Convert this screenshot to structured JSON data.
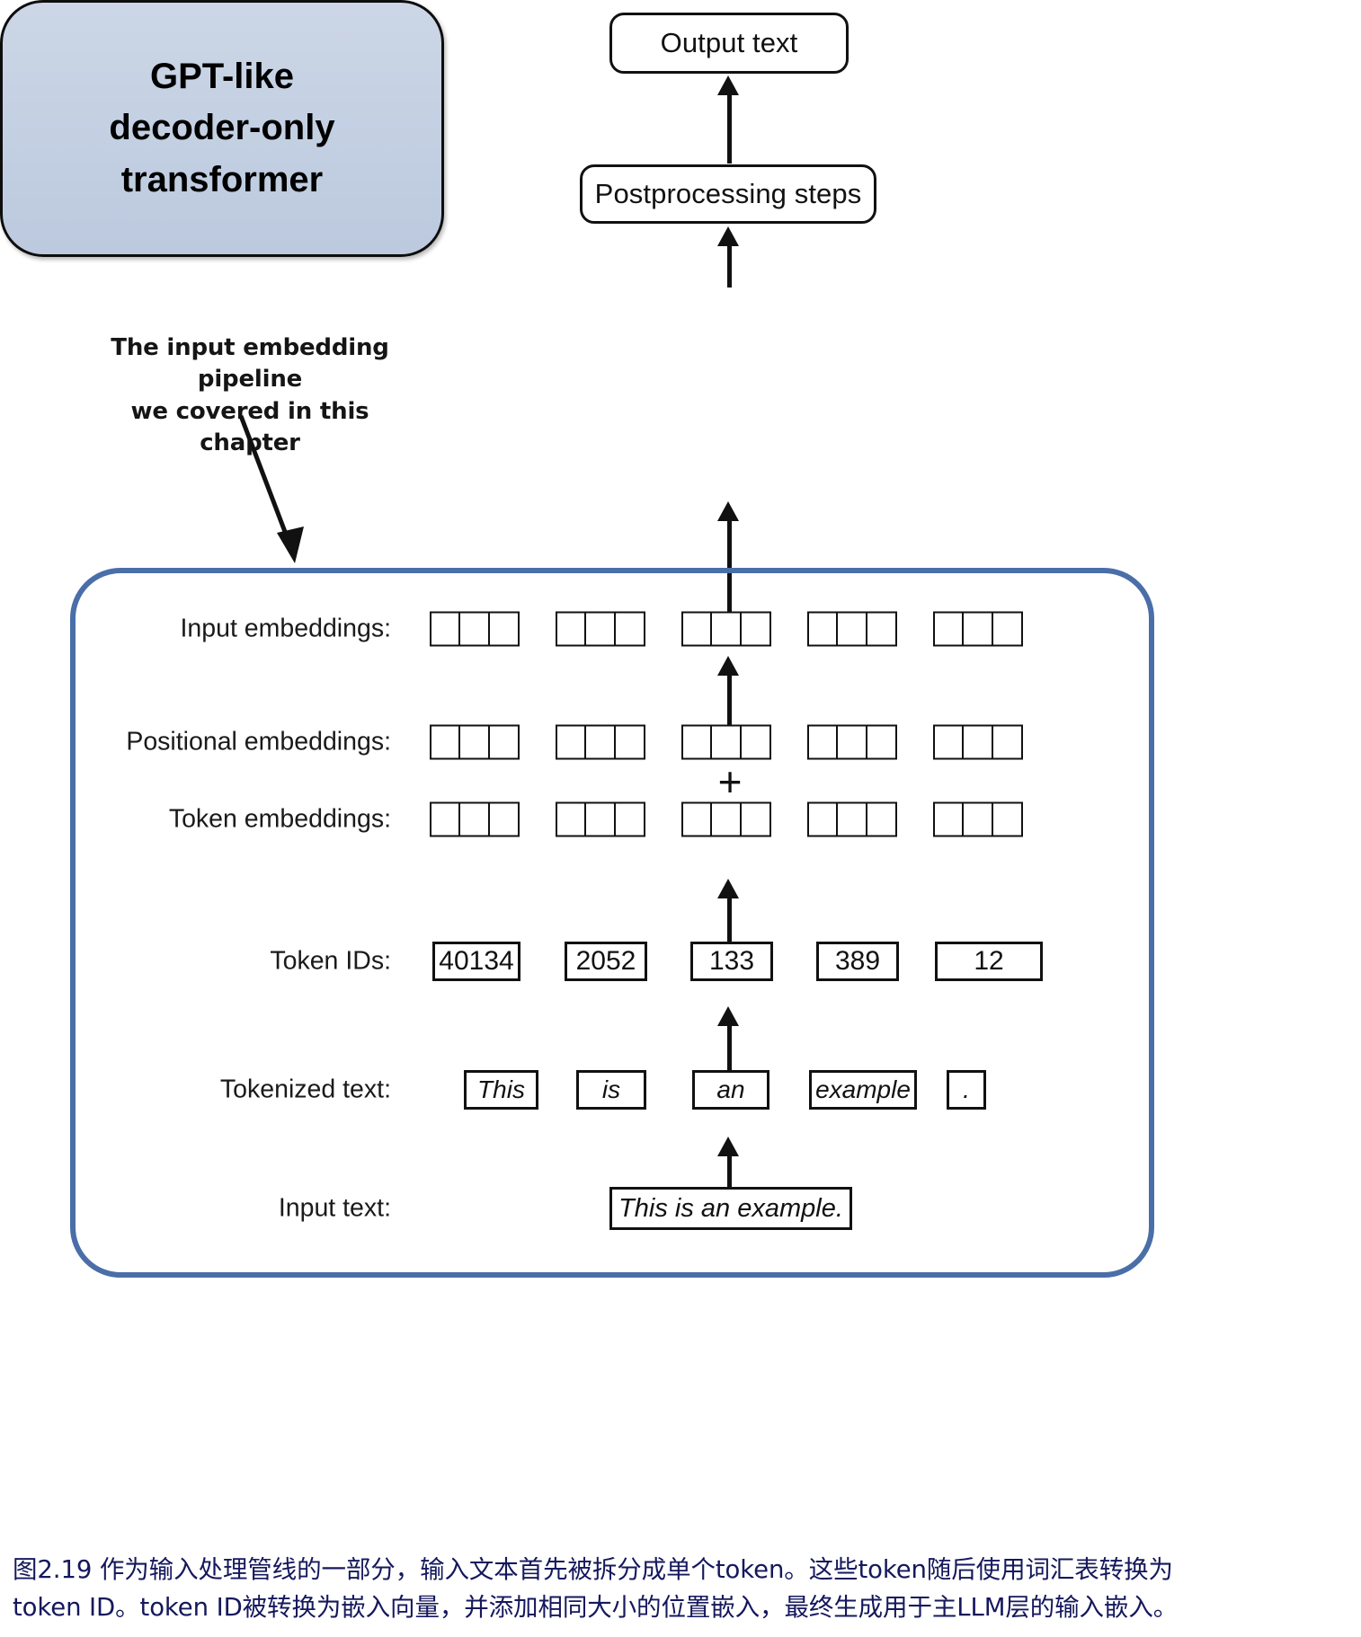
{
  "flow": {
    "output_text": "Output text",
    "postprocessing": "Postprocessing steps",
    "model_line1": "GPT-like",
    "model_line2": "decoder-only",
    "model_line3": "transformer"
  },
  "annotation": {
    "line1": "The input embedding pipeline",
    "line2": "we covered in this chapter"
  },
  "rows": {
    "input_embeddings_label": "Input embeddings:",
    "positional_embeddings_label": "Positional embeddings:",
    "token_embeddings_label": "Token embeddings:",
    "token_ids_label": "Token IDs:",
    "tokenized_text_label": "Tokenized text:",
    "input_text_label": "Input text:"
  },
  "operators": {
    "plus": "+"
  },
  "embeddings": {
    "cells_per_group": 3,
    "groups": 5
  },
  "token_ids": [
    "40134",
    "2052",
    "133",
    "389",
    "12"
  ],
  "tokens": [
    "This",
    "is",
    "an",
    "example",
    "."
  ],
  "input_text": "This is an example.",
  "colors": {
    "model_box_fill": "#c5d0e2",
    "pipeline_border": "#4a6ea8",
    "caption_text": "#15185c",
    "stroke": "#111111"
  },
  "caption": {
    "line1": "图2.19 作为输入处理管线的一部分，输入文本首先被拆分成单个token。这些token随后使用词汇表转换为",
    "line2": "token ID。token ID被转换为嵌入向量，并添加相同大小的位置嵌入，最终生成用于主LLM层的输入嵌入。"
  }
}
